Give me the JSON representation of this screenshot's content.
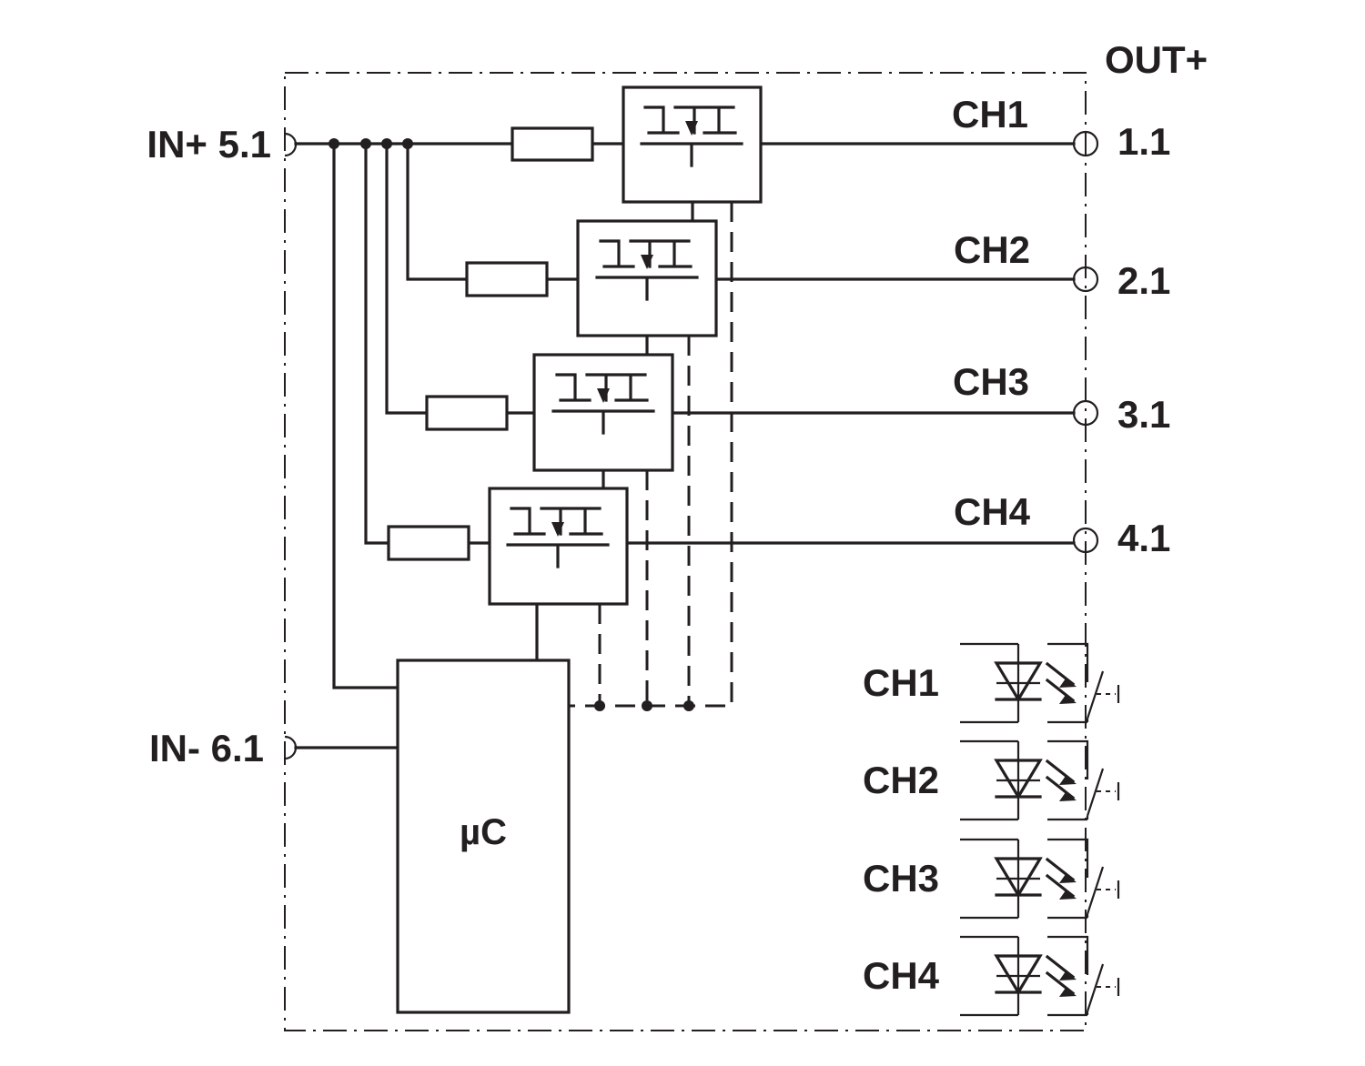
{
  "inputs": {
    "in_plus": "IN+ 5.1",
    "in_minus": "IN- 6.1"
  },
  "outputs": {
    "header": "OUT+",
    "terminals": [
      "1.1",
      "2.1",
      "3.1",
      "4.1"
    ]
  },
  "channels": [
    "CH1",
    "CH2",
    "CH3",
    "CH4"
  ],
  "led_channels": [
    "CH1",
    "CH2",
    "CH3",
    "CH4"
  ],
  "microcontroller": {
    "label": "µC"
  }
}
